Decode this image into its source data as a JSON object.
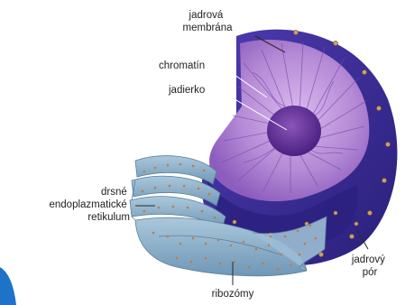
{
  "labels": {
    "nuclear_membrane": [
      "jadrová",
      "membrána"
    ],
    "chromatin": "chromatín",
    "nucleolus": "jadierko",
    "rough_er": [
      "drsné",
      "endoplazmatické",
      "retikulum"
    ],
    "nuclear_pore": [
      "jadrový",
      "pór"
    ],
    "ribosomes": "ribozómy"
  },
  "colors": {
    "nucleus_outer": "#3b2a99",
    "nucleoplasm": "#b58ad6",
    "nucleolus": "#5a2a8c",
    "er": "#8fb4cf",
    "ribosome": "#c47a3a",
    "corner_accent": "#1e73c8"
  }
}
